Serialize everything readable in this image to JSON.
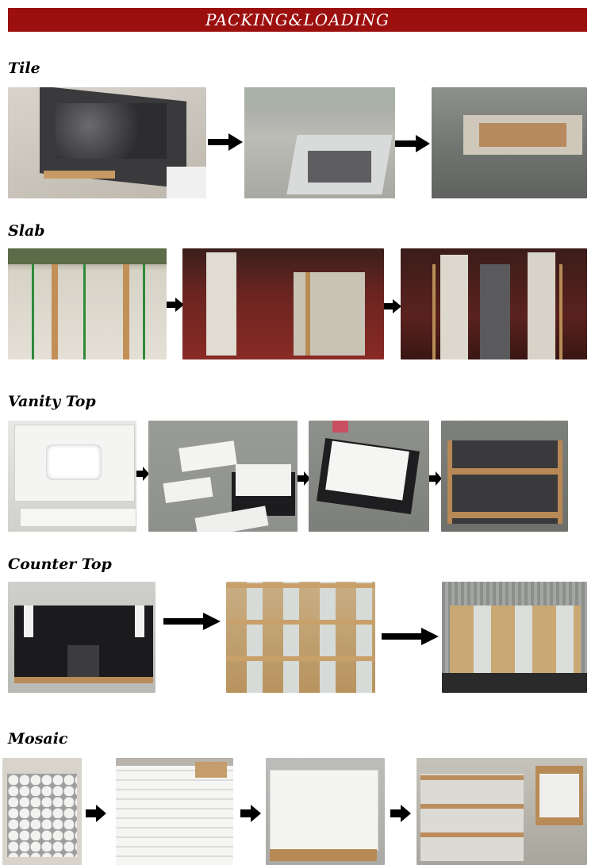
{
  "banner": {
    "title": "PACKING&LOADING",
    "color": "#9c0f0f"
  },
  "sections": {
    "tile": {
      "label": "Tile"
    },
    "slab": {
      "label": "Slab"
    },
    "vanity": {
      "label": "Vanity Top"
    },
    "counter": {
      "label": "Counter Top"
    },
    "mosaic": {
      "label": "Mosaic"
    }
  },
  "photos": {
    "tile_1": "black marble tiles on wooden pallet",
    "tile_2": "tiles packed in warehouse with plastic film",
    "tile_3": "crated tiles in warehouse",
    "slab_1": "white marble slabs in wooden bundle",
    "slab_2": "slabs loaded inside red container",
    "slab_3": "slabs in A-frames inside container",
    "vanity_1": "white marble vanity top with sink",
    "vanity_2": "vanity tops on foam boards",
    "vanity_3": "vanity top in foam box",
    "vanity_4": "wooden crate of vanity tops",
    "counter_1": "black granite counter top",
    "counter_2": "stacked wooden crates",
    "counter_3": "crates loaded in container",
    "mosaic_1": "hexagon mosaic tiles in box",
    "mosaic_2": "stacked mosaic cartons",
    "mosaic_3": "cartons on pallet",
    "mosaic_4": "wrapped cartons in wooden crate"
  },
  "icons": {
    "arrow": "right-arrow-icon"
  }
}
